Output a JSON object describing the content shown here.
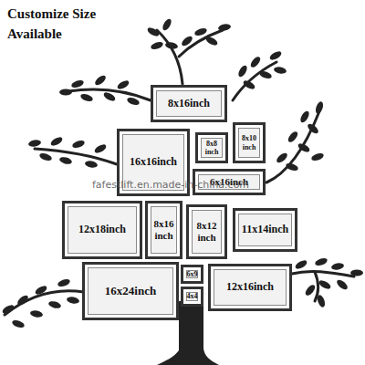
{
  "diagram": {
    "title": "Customize Size Available",
    "nodes": [
      {
        "text": [
          "8x16inch"
        ]
      },
      {
        "text": [
          "16x16inch"
        ]
      },
      {
        "text": [
          "8x8 inch"
        ]
      },
      {
        "text": [
          "8x10 inch"
        ]
      },
      {
        "text": [
          "6x16inch"
        ]
      },
      {
        "text": [
          "12x18inch"
        ]
      },
      {
        "text": [
          "8x16 inch"
        ]
      },
      {
        "text": [
          "8x12 inch"
        ]
      },
      {
        "text": [
          "11x14inch"
        ]
      },
      {
        "text": [
          "16x24inch"
        ]
      },
      {
        "text": [
          "6x9"
        ]
      },
      {
        "text": [
          "4x4"
        ]
      },
      {
        "text": [
          "12x16inch"
        ]
      }
    ],
    "labels": [
      "fafestlift.en.made-in-china.com"
    ]
  }
}
